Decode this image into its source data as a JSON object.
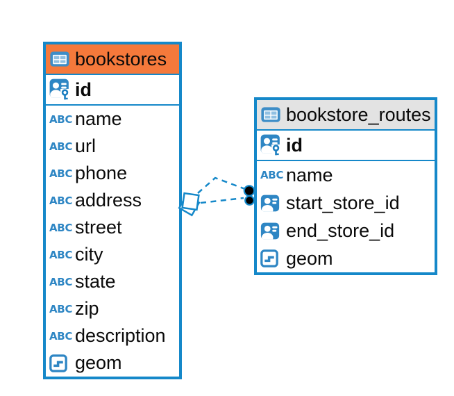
{
  "colors": {
    "table_border": "#1588c9",
    "bookstores_header_bg": "#f5793b",
    "routes_header_bg": "#e3e3e3",
    "icon_blue": "#2e86c4",
    "icon_blue_light": "#90c0e2",
    "relation_line": "#1588c9",
    "relation_dot": "#000000",
    "text": "#0a0a0a"
  },
  "icons": {
    "text_type_glyph": "ABC"
  },
  "tables": [
    {
      "name": "bookstores",
      "header_style": "orange",
      "primary_key": "id",
      "columns": [
        {
          "name": "name",
          "type": "text"
        },
        {
          "name": "url",
          "type": "text"
        },
        {
          "name": "phone",
          "type": "text"
        },
        {
          "name": "address",
          "type": "text"
        },
        {
          "name": "street",
          "type": "text"
        },
        {
          "name": "city",
          "type": "text"
        },
        {
          "name": "state",
          "type": "text"
        },
        {
          "name": "zip",
          "type": "text"
        },
        {
          "name": "description",
          "type": "text"
        },
        {
          "name": "geom",
          "type": "geometry"
        }
      ]
    },
    {
      "name": "bookstore_routes",
      "header_style": "gray",
      "primary_key": "id",
      "columns": [
        {
          "name": "name",
          "type": "text"
        },
        {
          "name": "start_store_id",
          "type": "foreign-key"
        },
        {
          "name": "end_store_id",
          "type": "foreign-key"
        },
        {
          "name": "geom",
          "type": "geometry"
        }
      ]
    }
  ],
  "relations": [
    {
      "from_table": "bookstore_routes",
      "to_table": "bookstores",
      "line_style": "dashed",
      "from_marker": "dot",
      "to_marker": "stacked-diamond"
    },
    {
      "from_table": "bookstore_routes",
      "to_table": "bookstores",
      "line_style": "dashed",
      "from_marker": "dot",
      "to_marker": "stacked-diamond"
    }
  ]
}
